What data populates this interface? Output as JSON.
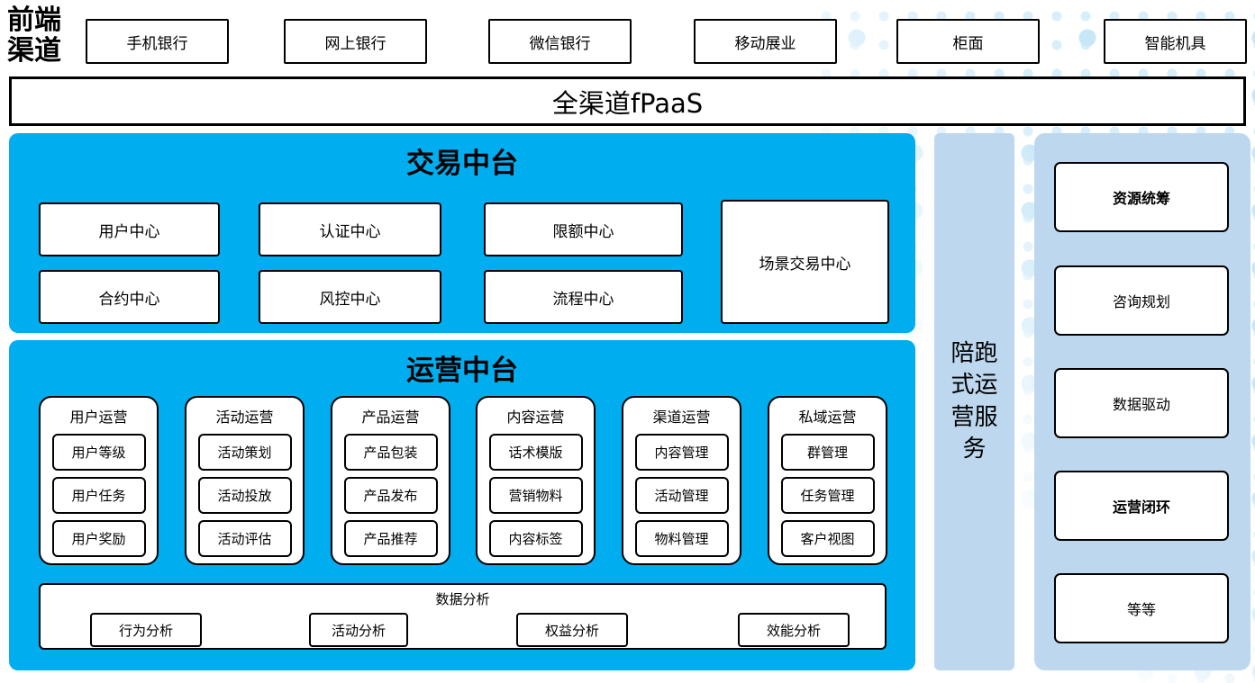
{
  "front_channels": {
    "label": "前端渠道",
    "items": [
      "手机银行",
      "网上银行",
      "微信银行",
      "移动展业",
      "柜面",
      "智能机具"
    ]
  },
  "fpaas": {
    "label": "全渠道fPaaS"
  },
  "trade_platform": {
    "title": "交易中台",
    "row1": [
      "用户中心",
      "认证中心",
      "限额中心"
    ],
    "row2": [
      "合约中心",
      "风控中心",
      "流程中心"
    ],
    "tall_box": "场景交易中心"
  },
  "ops_platform": {
    "title": "运营中台",
    "pillars": [
      {
        "title": "用户运营",
        "items": [
          "用户等级",
          "用户任务",
          "用户奖励"
        ]
      },
      {
        "title": "活动运营",
        "items": [
          "活动策划",
          "活动投放",
          "活动评估"
        ]
      },
      {
        "title": "产品运营",
        "items": [
          "产品包装",
          "产品发布",
          "产品推荐"
        ]
      },
      {
        "title": "内容运营",
        "items": [
          "话术模版",
          "营销物料",
          "内容标签"
        ]
      },
      {
        "title": "渠道运营",
        "items": [
          "内容管理",
          "活动管理",
          "物料管理"
        ]
      },
      {
        "title": "私域运营",
        "items": [
          "群管理",
          "任务管理",
          "客户视图"
        ]
      }
    ],
    "analysis": {
      "title": "数据分析",
      "items": [
        "行为分析",
        "活动分析",
        "权益分析",
        "效能分析"
      ]
    }
  },
  "side_bar": {
    "label": "陪跑式运营服务"
  },
  "side_panel": {
    "items": [
      {
        "label": "资源统筹",
        "bold": true
      },
      {
        "label": "咨询规划",
        "bold": false
      },
      {
        "label": "数据驱动",
        "bold": false
      },
      {
        "label": "运营闭环",
        "bold": true
      },
      {
        "label": "等等",
        "bold": false
      }
    ]
  },
  "colors": {
    "platform_blue": "#00AEEF",
    "panel_light_blue": "#BDD7EE",
    "dot_blue": "#C7E6F7",
    "box_border": "#000000"
  }
}
